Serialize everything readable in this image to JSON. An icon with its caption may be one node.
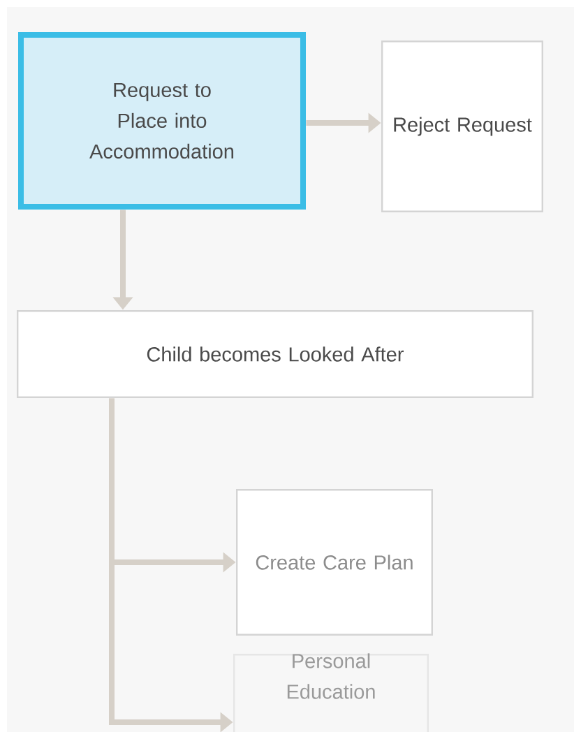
{
  "diagram": {
    "nodes": [
      {
        "text": [
          "Request to Place into Accommodation"
        ]
      },
      {
        "text": [
          "Reject Request"
        ]
      },
      {
        "text": [
          "Child becomes Looked After"
        ]
      },
      {
        "text": [
          "Create Care Plan"
        ]
      },
      {
        "text": [
          "Personal Education"
        ]
      }
    ],
    "edges": [
      {
        "from": 0,
        "to": 1,
        "arrow": "to"
      },
      {
        "from": 0,
        "to": 2,
        "arrow": "to"
      },
      {
        "from": 2,
        "to": 3,
        "arrow": "to"
      },
      {
        "from": 2,
        "to": 4,
        "arrow": "to"
      }
    ]
  }
}
